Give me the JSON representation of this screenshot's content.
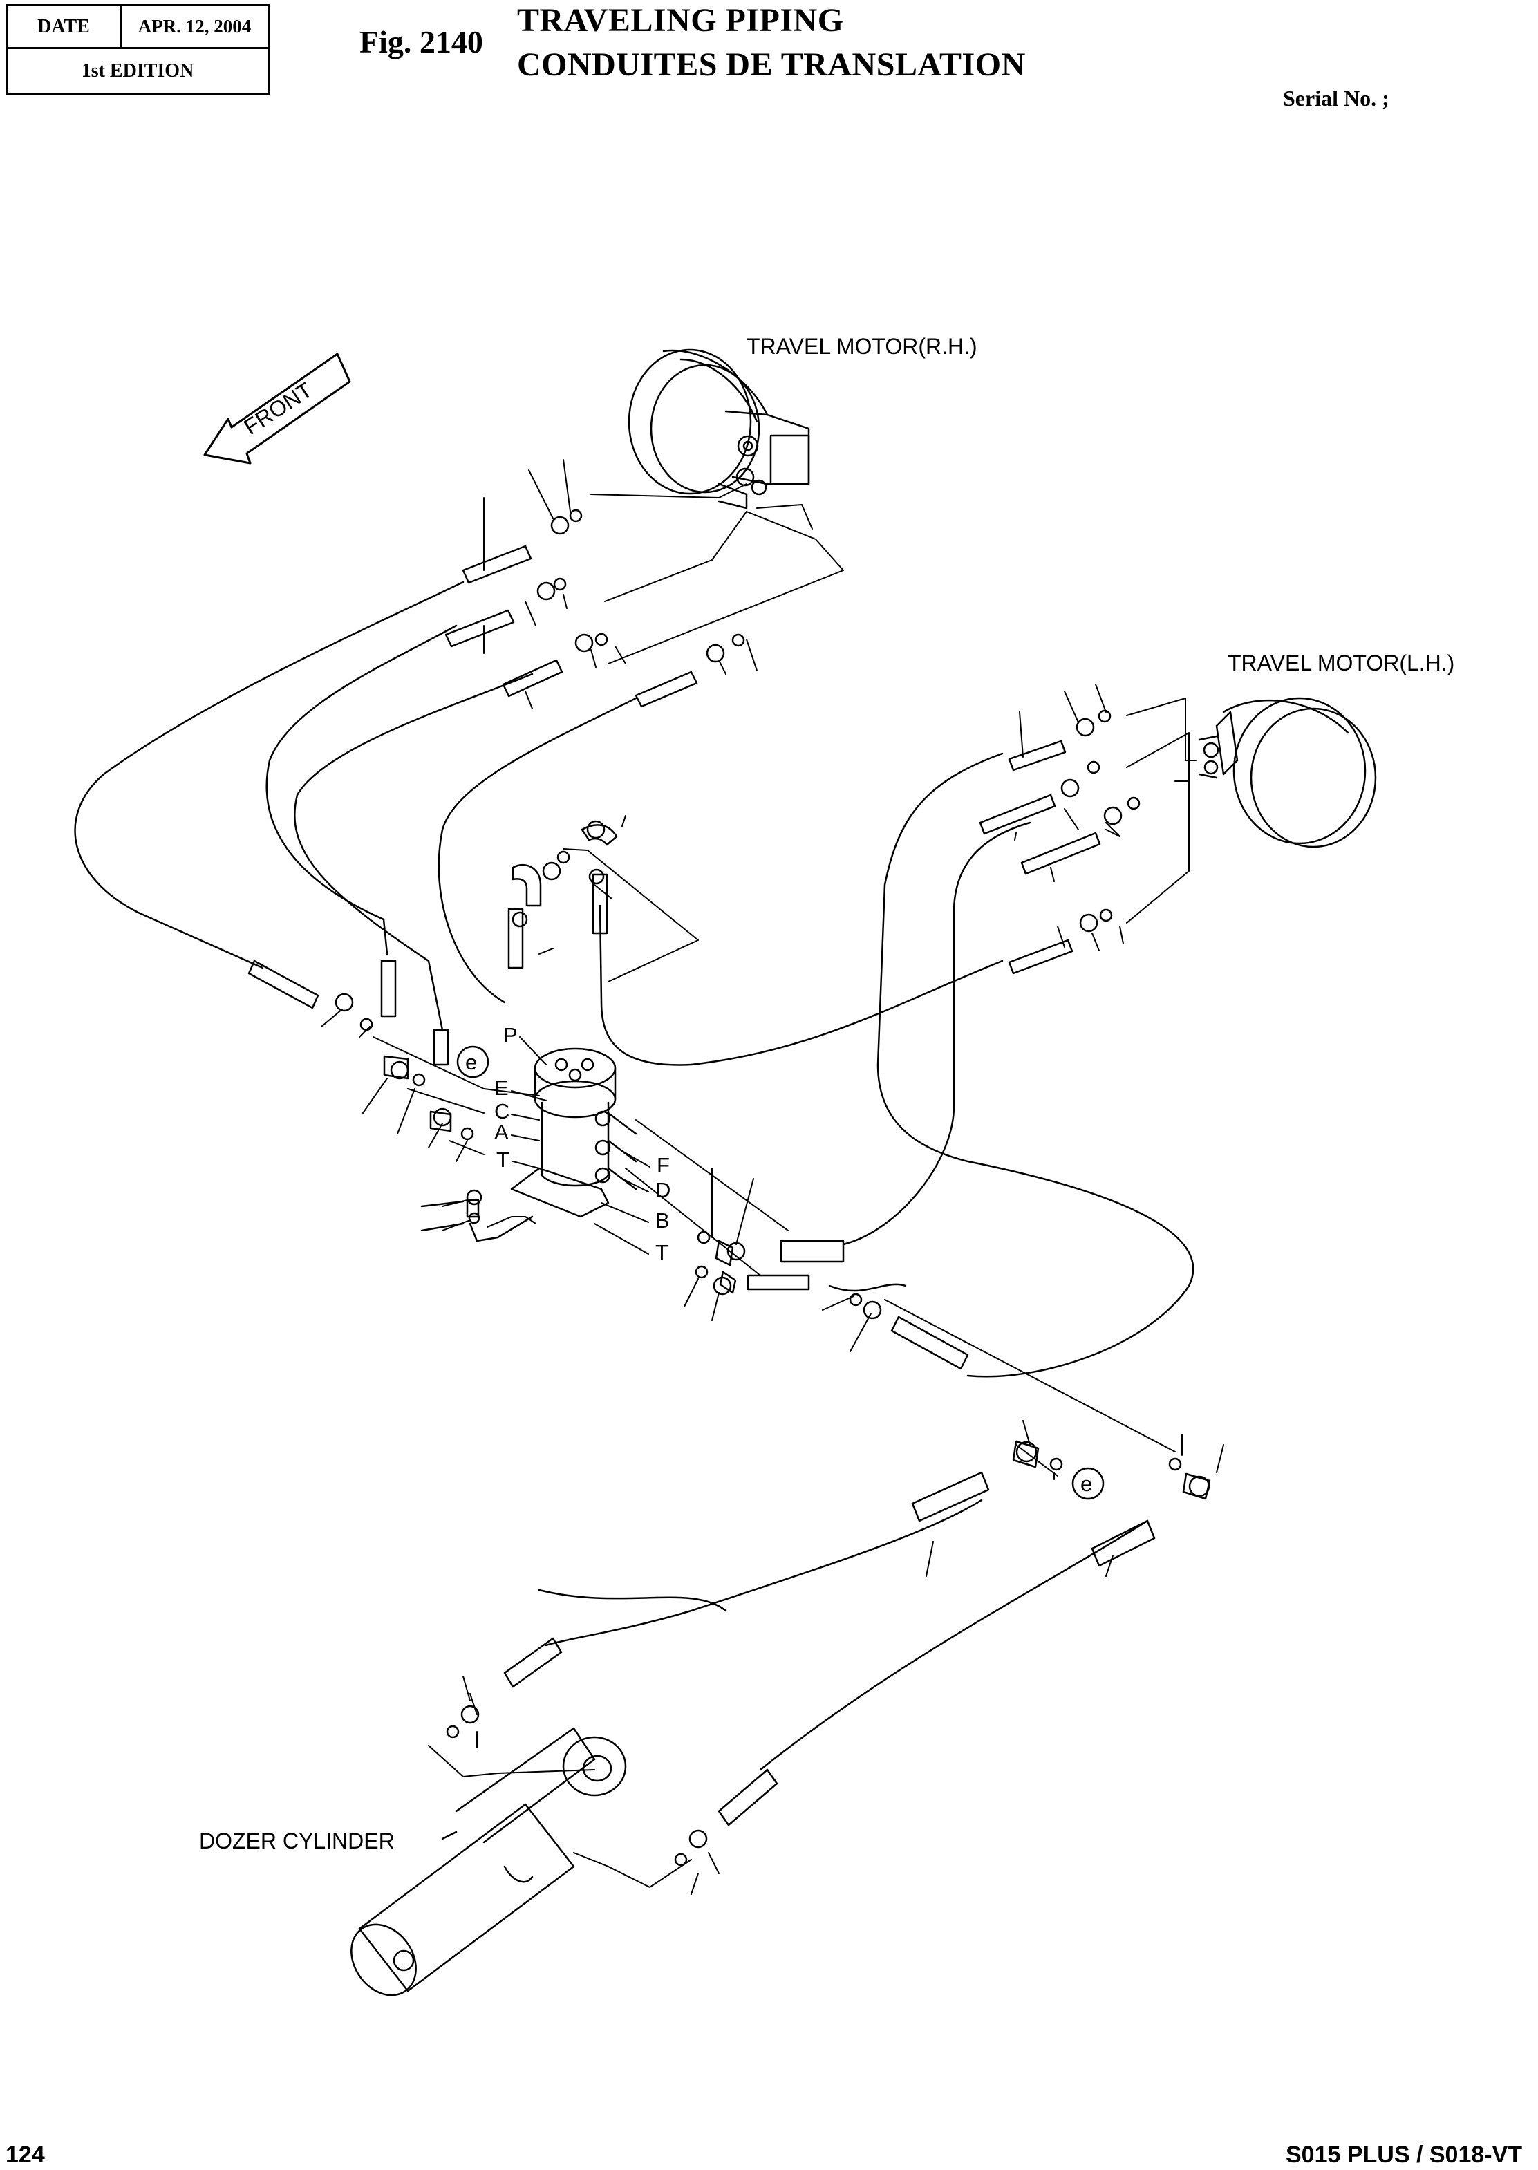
{
  "header": {
    "date_label": "DATE",
    "date_value": "APR. 12, 2004",
    "edition": "1st EDITION",
    "fig_number": "Fig. 2140",
    "title_en": "TRAVELING PIPING",
    "title_fr": "CONDUITES DE TRANSLATION",
    "serial_label": "Serial No. ;"
  },
  "diagram": {
    "front_label": "FRONT",
    "travel_motor_rh": "TRAVEL MOTOR(R.H.)",
    "travel_motor_lh": "TRAVEL MOTOR(L.H.)",
    "dozer_cylinder": "DOZER CYLINDER",
    "swivel_ports_left": [
      "P",
      "E",
      "C",
      "A",
      "T"
    ],
    "swivel_ports_right": [
      "F",
      "D",
      "B",
      "T"
    ],
    "ref_marker": "e"
  },
  "footer": {
    "page_number": "124",
    "model": "S015 PLUS / S018-VT"
  }
}
